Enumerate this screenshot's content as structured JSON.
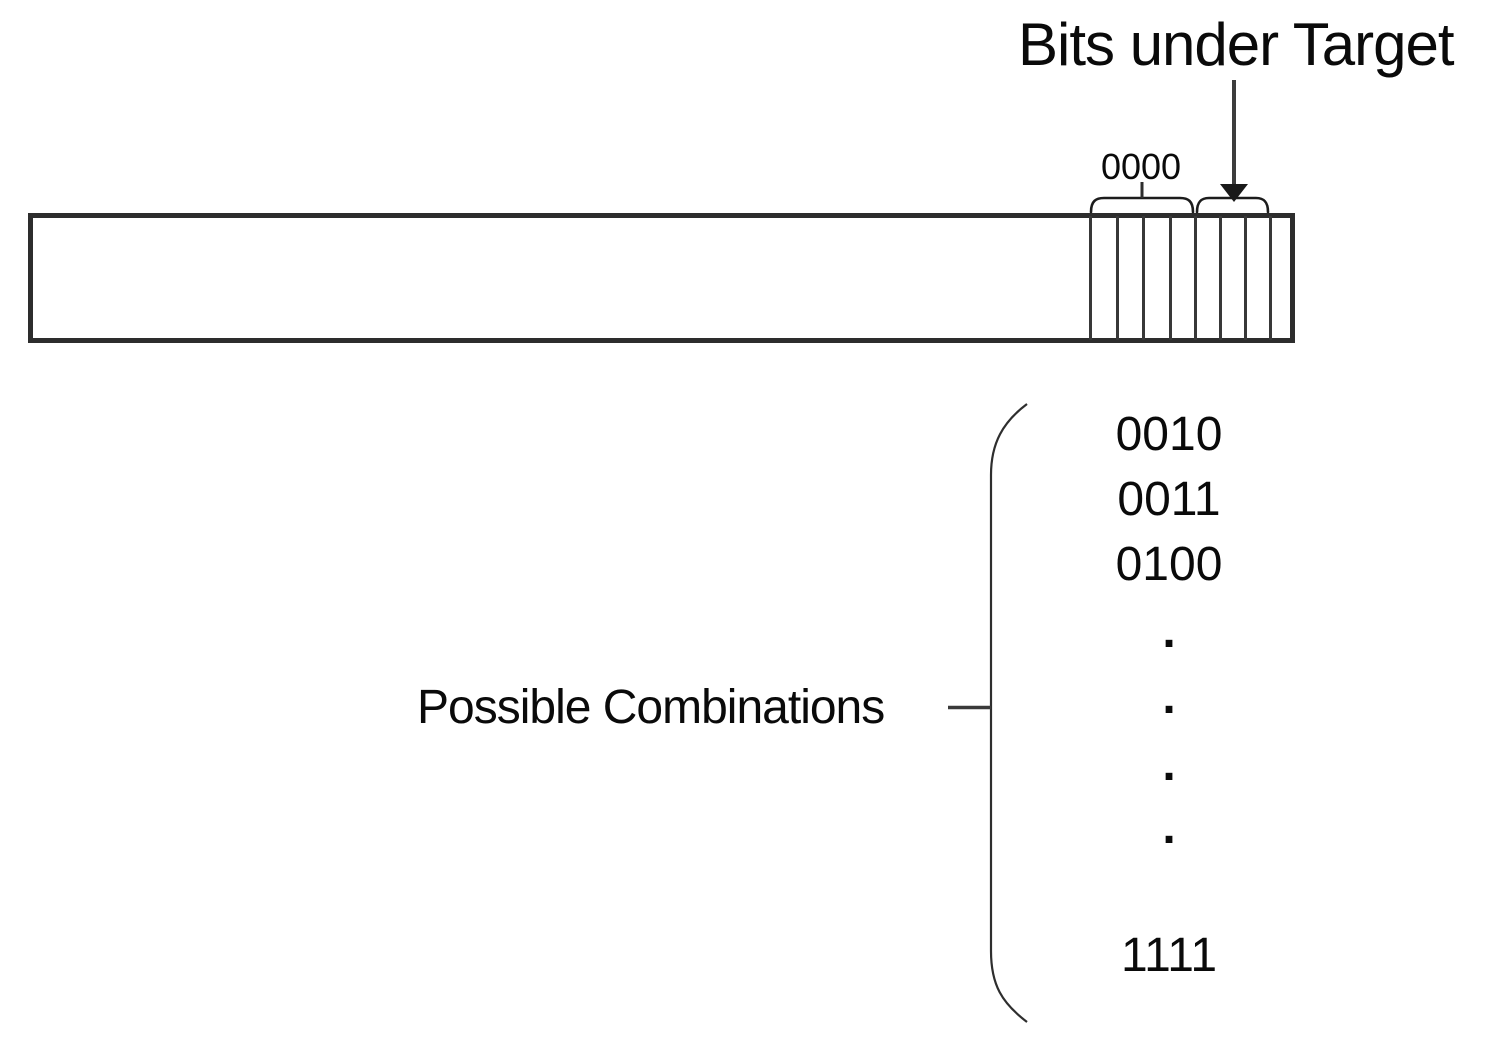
{
  "diagram": {
    "title": "Bits under Target",
    "bit_group_label": "0000",
    "combinations_label": "Possible Combinations",
    "combinations": [
      {
        "label": "0010"
      },
      {
        "label": "0011"
      },
      {
        "label": "0100"
      },
      {
        "label": "."
      },
      {
        "label": "."
      },
      {
        "label": "."
      },
      {
        "label": "."
      },
      {
        "label": "1111"
      }
    ],
    "bit_cell_count": "8",
    "colors": {
      "background": "#ffffff",
      "line": "#2d2d2d",
      "text": "#000000"
    }
  }
}
